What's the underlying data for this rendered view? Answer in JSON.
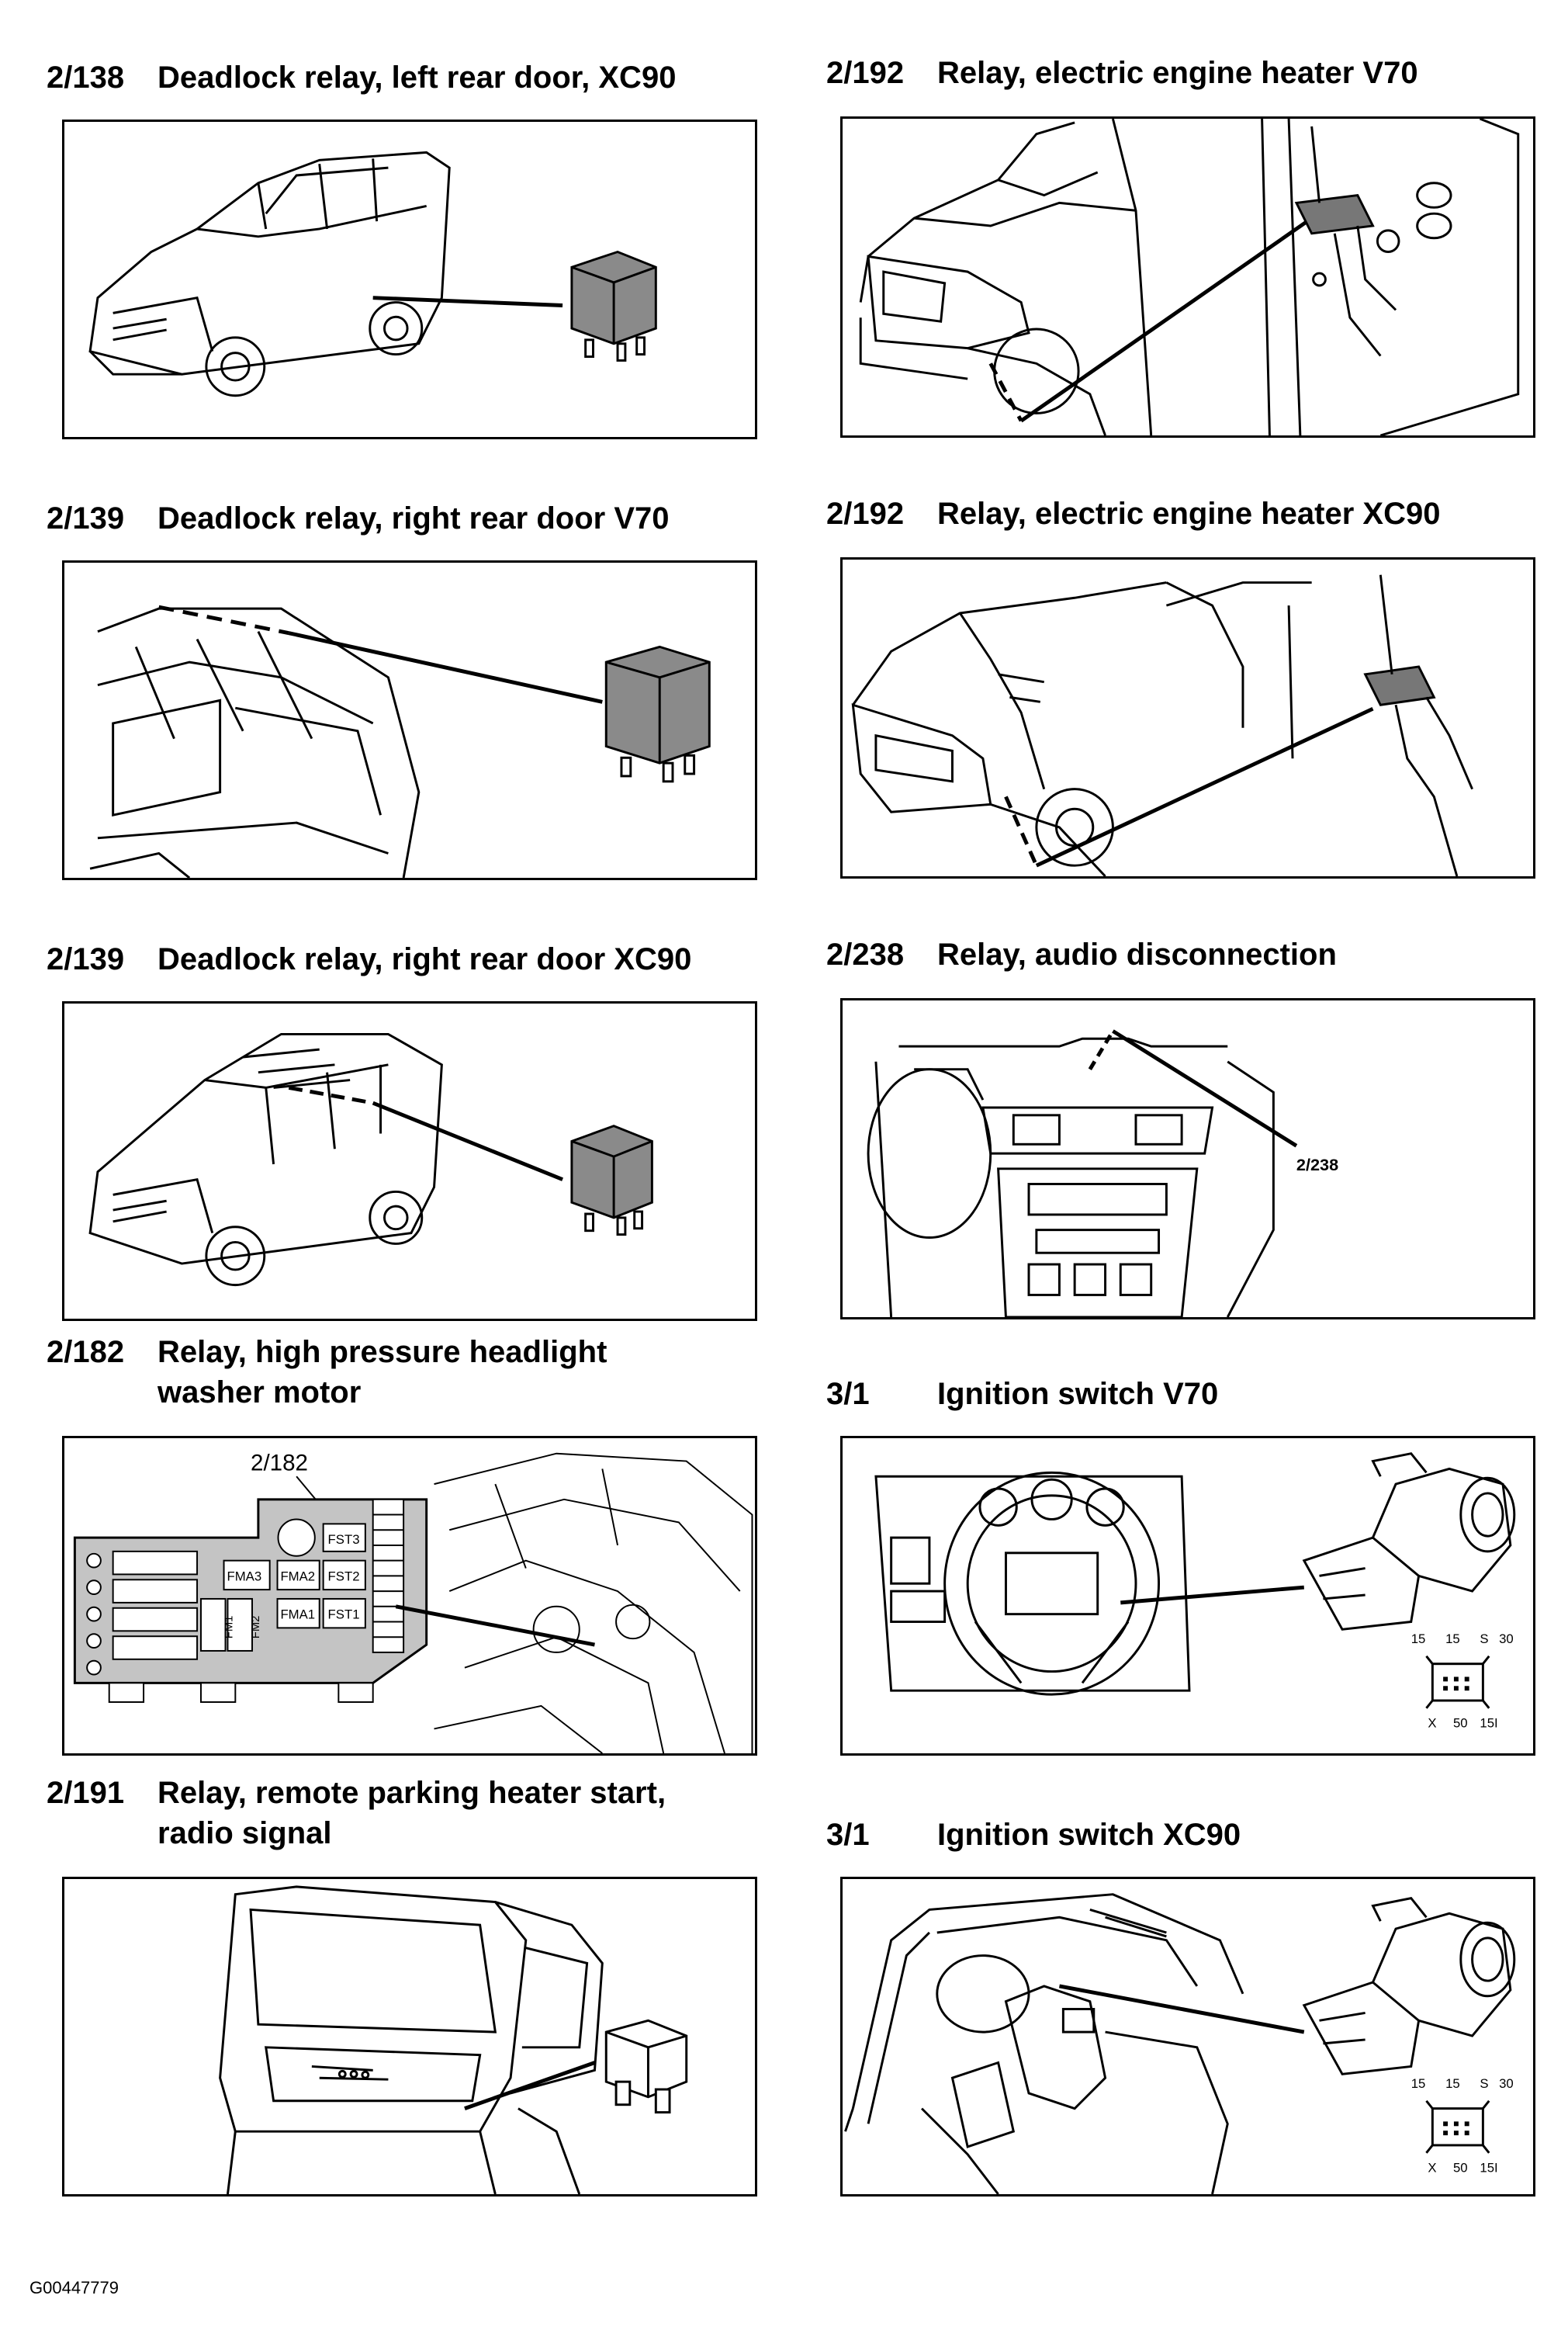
{
  "sections": [
    {
      "id": "s1",
      "number": "2/138",
      "title": "Deadlock relay, left rear door, XC90"
    },
    {
      "id": "s2",
      "number": "2/192",
      "title": "Relay, electric engine heater V70"
    },
    {
      "id": "s3",
      "number": "2/139",
      "title": "Deadlock relay, right rear door V70"
    },
    {
      "id": "s4",
      "number": "2/192",
      "title": "Relay, electric engine heater XC90"
    },
    {
      "id": "s5",
      "number": "2/139",
      "title": "Deadlock relay, right rear door XC90"
    },
    {
      "id": "s6",
      "number": "2/238",
      "title": "Relay, audio disconnection"
    },
    {
      "id": "s7",
      "number": "2/182",
      "title": "Relay, high pressure headlight washer motor"
    },
    {
      "id": "s8",
      "number": "3/1",
      "title": "Ignition switch V70"
    },
    {
      "id": "s9",
      "number": "2/191",
      "title": "Relay, remote parking heater start, radio signal"
    },
    {
      "id": "s10",
      "number": "3/1",
      "title": "Ignition switch XC90"
    }
  ],
  "callouts": {
    "audio_relay": "2/238",
    "washer_relay": "2/182"
  },
  "fuse_box": {
    "fst3": "FST3",
    "fst2": "FST2",
    "fst1": "FST1",
    "fma3": "FMA3",
    "fma2": "FMA2",
    "fma1": "FMA1",
    "fm1": "FM1",
    "fm2": "FM2"
  },
  "ignition_terminals": {
    "t15a": "15",
    "t15b": "15",
    "ts": "S",
    "t30": "30",
    "tx": "X",
    "t50": "50",
    "t15i": "15I"
  },
  "footer": {
    "doc_id": "G00447779"
  }
}
